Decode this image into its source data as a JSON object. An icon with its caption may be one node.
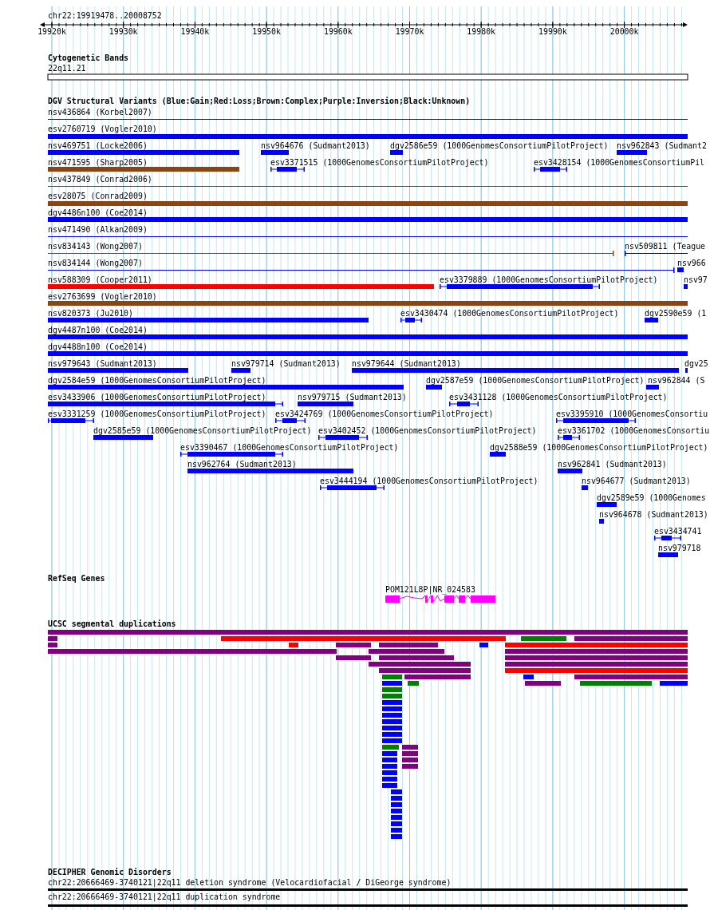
{
  "diagram": {
    "labels": [
      "chr22:19919478..20008752",
      "19920k",
      "19930k",
      "19940k",
      "19950k",
      "19960k",
      "19970k",
      "19980k",
      "19990k",
      "20000k",
      "Cytogenetic Bands",
      "22q11.21",
      "DGV Structural Variants (Blue:Gain;Red:Loss;Brown:Complex;Purple:Inversion;Black:Unknown)",
      "nsv436864 (Korbel2007)",
      "esv2760719 (Vogler2010)",
      "nsv469751 (Locke2006)",
      "nsv964676 (Sudmant2013)",
      "dgv2586e59 (1000GenomesConsortiumPilotProject)",
      "nsv962843 (Sudmant2",
      "nsv471595 (Sharp2005)",
      "esv3371515 (1000GenomesConsortiumPilotProject)",
      "esv3428154 (1000GenomesConsortiumPil",
      "nsv437849 (Conrad2006)",
      "esv28075 (Conrad2009)",
      "dgv4486n100 (Coe2014)",
      "nsv471490 (Alkan2009)",
      "nsv834143 (Wong2007)",
      "nsv509811 (Teague",
      "nsv834144 (Wong2007)",
      "nsv966",
      "nsv588309 (Cooper2011)",
      "esv3379889 (1000GenomesConsortiumPilotProject)",
      "nsv97",
      "esv2763699 (Vogler2010)",
      "nsv820373 (Ju2010)",
      "esv3430474 (1000GenomesConsortiumPilotProject)",
      "dgv2590e59 (1",
      "dgv4487n100 (Coe2014)",
      "dgv4488n100 (Coe2014)",
      "nsv979643 (Sudmant2013)",
      "nsv979714 (Sudmant2013)",
      "nsv979644 (Sudmant2013)",
      "dgv25",
      "dgv2584e59 (1000GenomesConsortiumPilotProject)",
      "dgv2587e59 (1000GenomesConsortiumPilotProject)",
      "nsv962844 (S",
      "esv3433906 (1000GenomesConsortiumPilotProject)",
      "nsv979715 (Sudmant2013)",
      "esv3431128 (1000GenomesConsortiumPilotProject)",
      "esv3331259 (1000GenomesConsortiumPilotProject)",
      "esv3424769 (1000GenomesConsortiumPilotProject)",
      "esv3395910 (1000GenomesConsortiu",
      "dgv2585e59 (1000GenomesConsortiumPilotProject)",
      "esv3402452 (1000GenomesConsortiumPilotProject)",
      "esv3361702 (1000GenomesConsortiu",
      "esv3390467 (1000GenomesConsortiumPilotProject)",
      "dgv2588e59 (1000GenomesConsortiumPilotProject)",
      "nsv962764 (Sudmant2013)",
      "nsv962841 (Sudmant2013)",
      "esv3444194 (1000GenomesConsortiumPilotProject)",
      "nsv964677 (Sudmant2013)",
      "dgv2589e59 (1000Genomes",
      "nsv964678 (Sudmant2013)",
      "esv3434741",
      "nsv979718",
      "RefSeq Genes",
      "POM121L8P|NR_024583",
      "UCSC segmental duplications",
      "DECIPHER Genomic Disorders",
      "chr22:20666469-3740121|22q11 deletion syndrome (Velocardiofacial / DiGeorge syndrome)",
      "chr22:20666469-3740121|22q11 duplication syndrome"
    ]
  }
}
